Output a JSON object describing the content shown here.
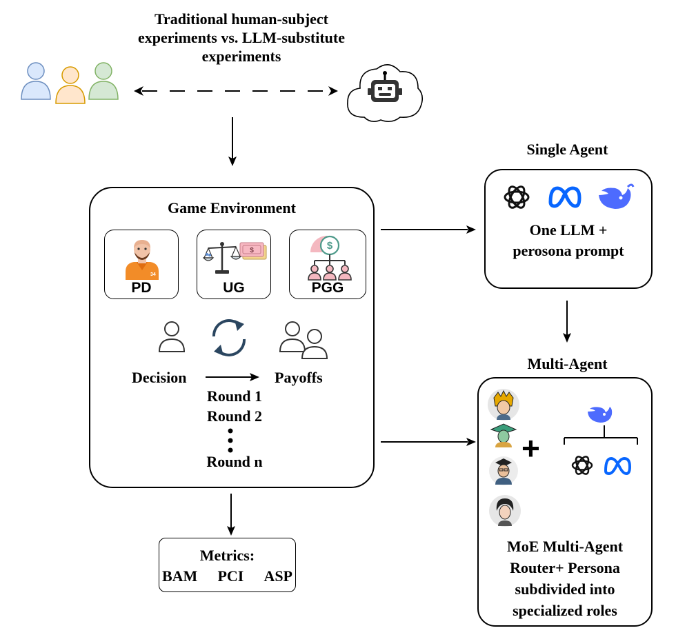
{
  "header": {
    "title_lines": [
      "Traditional human-subject",
      "experiments vs. LLM-substitute",
      "experiments"
    ]
  },
  "game_environment": {
    "title": "Game Environment",
    "games": [
      {
        "label": "PD",
        "icon": "prisoner-icon"
      },
      {
        "label": "UG",
        "icon": "scale-money-icon"
      },
      {
        "label": "PGG",
        "icon": "public-goods-icon"
      }
    ],
    "decision_label": "Decision",
    "payoffs_label": "Payoffs",
    "rounds": [
      "Round 1",
      "Round 2",
      "Round n"
    ],
    "badge_number": "34",
    "currency_symbol": "$"
  },
  "metrics": {
    "title": "Metrics:",
    "items": [
      "BAM",
      "PCI",
      "ASP"
    ]
  },
  "single_agent": {
    "heading": "Single Agent",
    "body_lines": [
      "One LLM +",
      "perosona prompt"
    ],
    "logos": [
      "openai-logo",
      "meta-logo",
      "deepseek-logo"
    ]
  },
  "multi_agent": {
    "heading": "Multi-Agent",
    "plus": "+",
    "body_lines": [
      "MoE Multi-Agent",
      "Router+ Persona",
      "subdivided into",
      "specialized roles"
    ],
    "personas": [
      "persona-avatar-1",
      "persona-avatar-2",
      "persona-avatar-3",
      "persona-avatar-4"
    ]
  },
  "colors": {
    "blue_person": "#6c8ebf",
    "orange_person": "#d79b00",
    "green_person": "#82b366",
    "prison_orange": "#f28c28",
    "pink": "#f4b8c0",
    "teal": "#4e9a8a",
    "meta_blue": "#0866ff",
    "deepseek_blue": "#4d6bfe",
    "cycle_navy": "#2b4660"
  }
}
